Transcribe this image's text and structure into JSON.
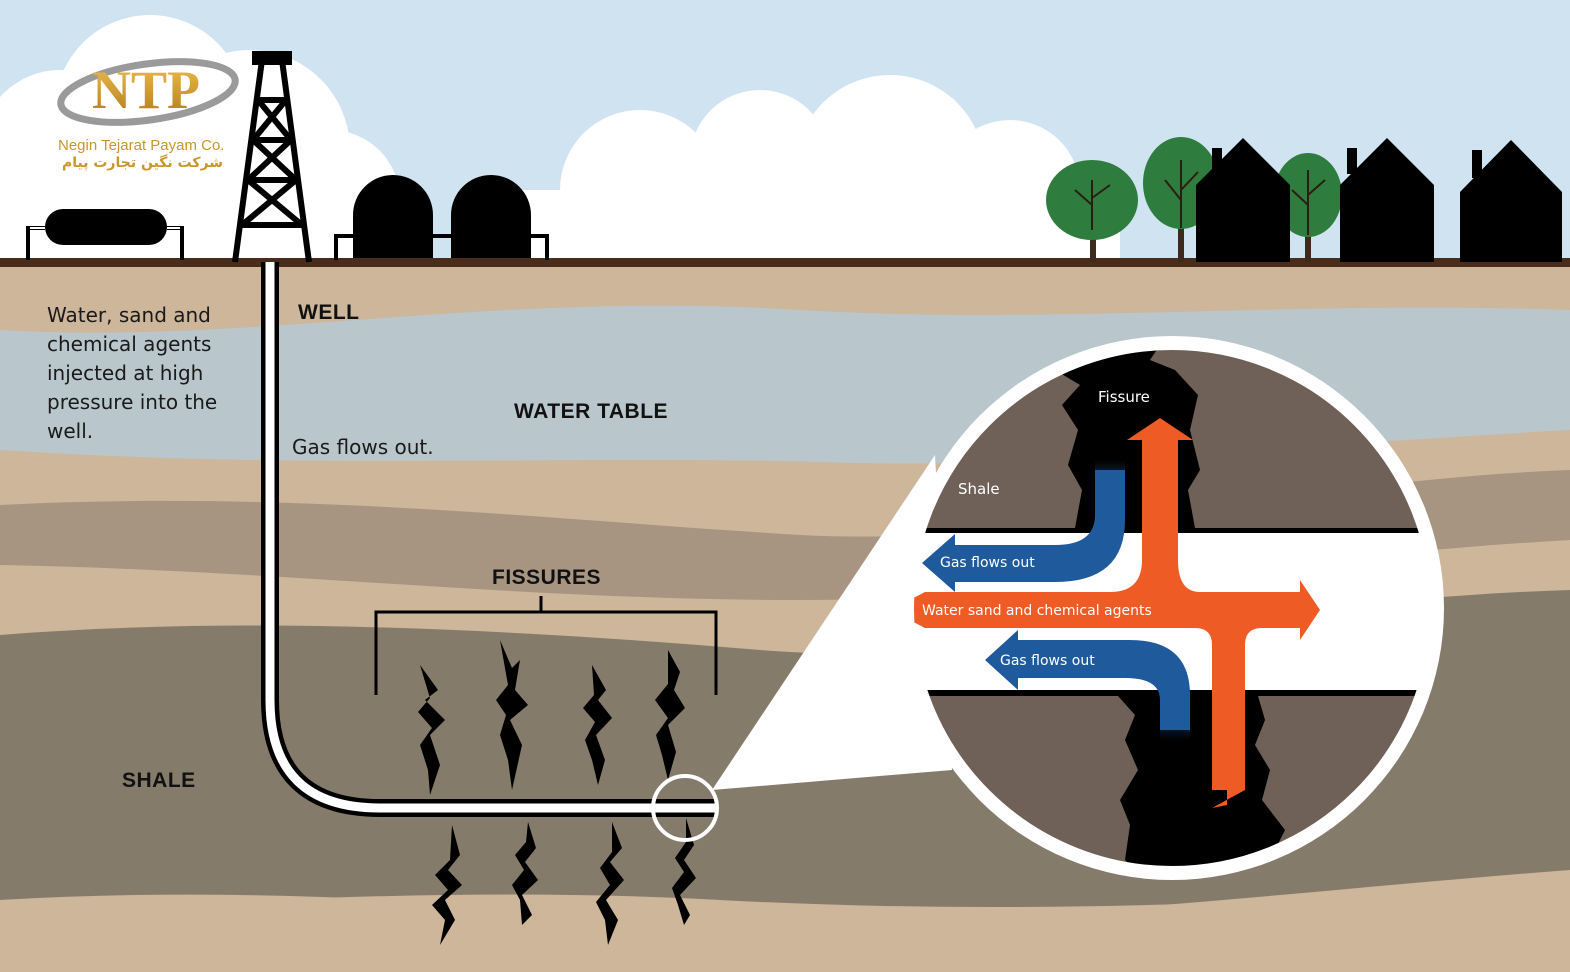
{
  "logo": {
    "monogram": "NTP",
    "company_en": "Negin Tejarat Payam Co.",
    "company_fa": "شرکت نگین تجارت پیام"
  },
  "labels": {
    "well": "WELL",
    "water_table": "WATER TABLE",
    "fissures": "FISSURES",
    "shale": "SHALE",
    "injection_note": [
      "Water, sand and",
      "chemical agents",
      "injected at high",
      "pressure into the",
      "well."
    ],
    "gas_note": "Gas flows out."
  },
  "inset": {
    "fissure": "Fissure",
    "shale": "Shale",
    "gas_flows_out_upper": "Gas flows out",
    "water_arrow": "Water sand and chemical agents",
    "gas_flows_out_lower": "Gas flows out"
  },
  "colors": {
    "sky": "#cfe3f1",
    "cloud": "#ffffff",
    "ground_line": "#4a2c1a",
    "sand": "#cdb69a",
    "water_layer": "#b9c6cc",
    "rock_band": "#a08e7b",
    "shale": "#857b6a",
    "inset_shale": "#6f6157",
    "gas_arrow": "#1f5a9c",
    "water_arrow": "#ef5b25",
    "silhouette": "#000000",
    "tree": "#2f7d3e",
    "logo_gold": "#c8962a"
  },
  "icons": [
    "derrick-icon",
    "storage-tank-icon",
    "house-icon",
    "tree-icon",
    "logo-icon"
  ]
}
